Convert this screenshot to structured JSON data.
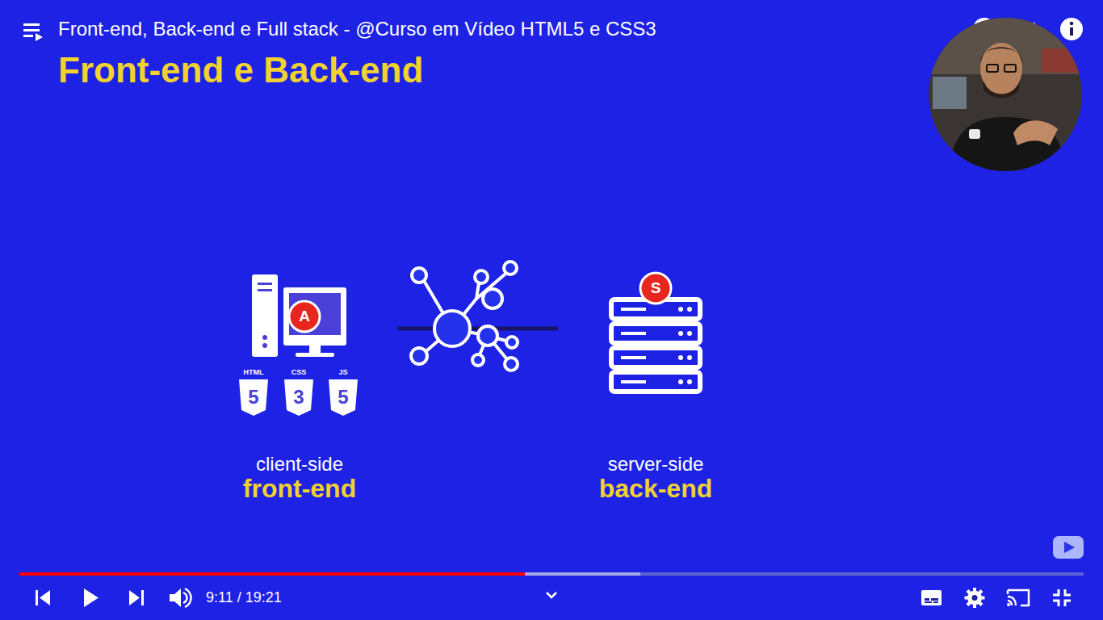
{
  "diagram": {
    "title": "Front-end e Back-end",
    "nodes": [
      {
        "text": [
          "client-side",
          "front-end"
        ]
      },
      {
        "text": [
          "server-side",
          "back-end"
        ]
      }
    ],
    "edges": [
      {
        "from": 0,
        "to": 1,
        "arrow": "none"
      }
    ],
    "labels": [
      "Front-end, Back-end e Full stack - @Curso em Vídeo HTML5 e CSS3",
      "A",
      "HTML",
      "CSS",
      "JS",
      "5",
      "3",
      "5",
      "S",
      "9:11 / 19:21"
    ]
  }
}
